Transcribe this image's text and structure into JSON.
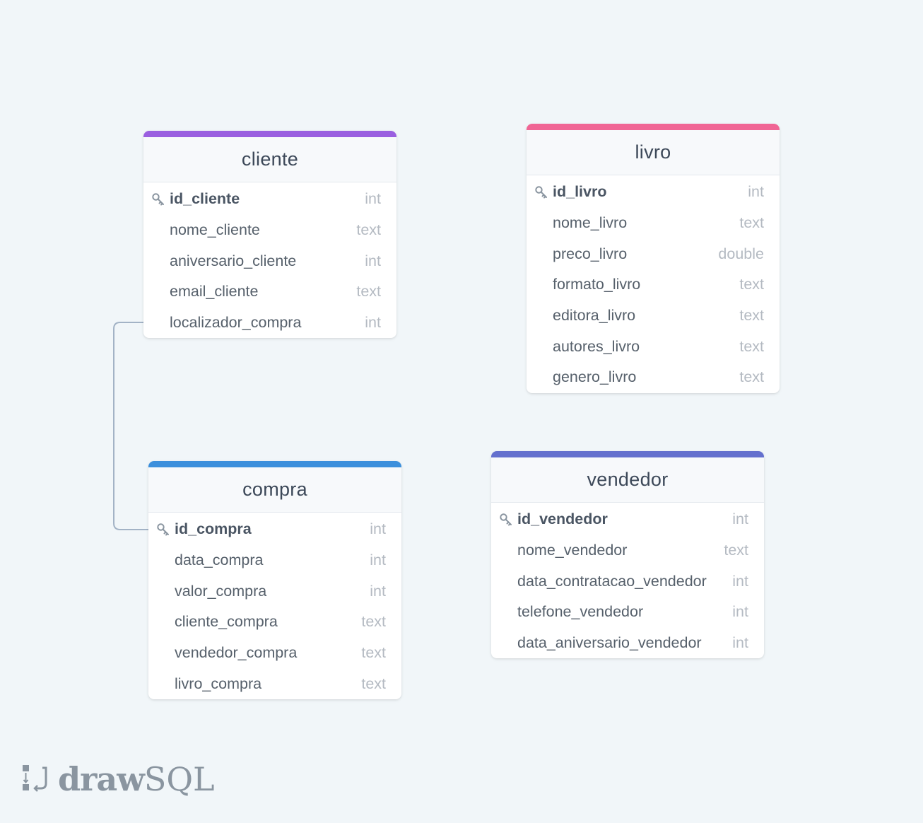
{
  "app": {
    "logo_draw": "draw",
    "logo_sql": "SQL"
  },
  "colors": {
    "cliente": "#9a5fe0",
    "livro": "#f06595",
    "compra": "#3c8fdc",
    "vendedor": "#6470ce"
  },
  "tables": {
    "cliente": {
      "title": "cliente",
      "columns": [
        {
          "name": "id_cliente",
          "type": "int",
          "pk": true,
          "icon": "key-icon"
        },
        {
          "name": "nome_cliente",
          "type": "text"
        },
        {
          "name": "aniversario_cliente",
          "type": "int"
        },
        {
          "name": "email_cliente",
          "type": "text"
        },
        {
          "name": "localizador_compra",
          "type": "int"
        }
      ]
    },
    "livro": {
      "title": "livro",
      "columns": [
        {
          "name": "id_livro",
          "type": "int",
          "pk": true,
          "icon": "key-icon"
        },
        {
          "name": "nome_livro",
          "type": "text"
        },
        {
          "name": "preco_livro",
          "type": "double"
        },
        {
          "name": "formato_livro",
          "type": "text"
        },
        {
          "name": "editora_livro",
          "type": "text"
        },
        {
          "name": "autores_livro",
          "type": "text"
        },
        {
          "name": "genero_livro",
          "type": "text"
        }
      ]
    },
    "compra": {
      "title": "compra",
      "columns": [
        {
          "name": "id_compra",
          "type": "int",
          "pk": true,
          "icon": "key-icon"
        },
        {
          "name": "data_compra",
          "type": "int"
        },
        {
          "name": "valor_compra",
          "type": "int"
        },
        {
          "name": "cliente_compra",
          "type": "text"
        },
        {
          "name": "vendedor_compra",
          "type": "text"
        },
        {
          "name": "livro_compra",
          "type": "text"
        }
      ]
    },
    "vendedor": {
      "title": "vendedor",
      "columns": [
        {
          "name": "id_vendedor",
          "type": "int",
          "pk": true,
          "icon": "key-icon"
        },
        {
          "name": "nome_vendedor",
          "type": "text"
        },
        {
          "name": "data_contratacao_vendedor",
          "type": "int"
        },
        {
          "name": "telefone_vendedor",
          "type": "int"
        },
        {
          "name": "data_aniversario_vendedor",
          "type": "int"
        }
      ]
    }
  },
  "relations": [
    {
      "from_table": "cliente",
      "from_column": "localizador_compra",
      "to_table": "compra",
      "to_column": "id_compra"
    }
  ]
}
